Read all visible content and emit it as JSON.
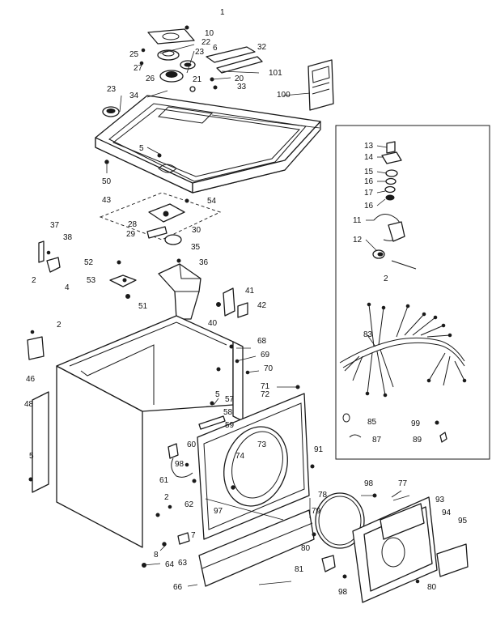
{
  "diagram": {
    "callouts": [
      {
        "id": "c1",
        "text": "1"
      },
      {
        "id": "c10",
        "text": "10"
      },
      {
        "id": "c22",
        "text": "22"
      },
      {
        "id": "c6",
        "text": "6"
      },
      {
        "id": "c32",
        "text": "32"
      },
      {
        "id": "c25",
        "text": "25"
      },
      {
        "id": "c23a",
        "text": "23"
      },
      {
        "id": "c27",
        "text": "27"
      },
      {
        "id": "c26",
        "text": "26"
      },
      {
        "id": "c21",
        "text": "21"
      },
      {
        "id": "c20",
        "text": "20"
      },
      {
        "id": "c33",
        "text": "33"
      },
      {
        "id": "c101",
        "text": "101"
      },
      {
        "id": "c23b",
        "text": "23"
      },
      {
        "id": "c34",
        "text": "34"
      },
      {
        "id": "c100",
        "text": "100"
      },
      {
        "id": "c5a",
        "text": "5"
      },
      {
        "id": "c50",
        "text": "50"
      },
      {
        "id": "c43",
        "text": "43"
      },
      {
        "id": "c54",
        "text": "54"
      },
      {
        "id": "c28",
        "text": "28"
      },
      {
        "id": "c29",
        "text": "29"
      },
      {
        "id": "c30",
        "text": "30"
      },
      {
        "id": "c35",
        "text": "35"
      },
      {
        "id": "c37",
        "text": "37"
      },
      {
        "id": "c38",
        "text": "38"
      },
      {
        "id": "c2a",
        "text": "2"
      },
      {
        "id": "c4",
        "text": "4"
      },
      {
        "id": "c52",
        "text": "52"
      },
      {
        "id": "c53",
        "text": "53"
      },
      {
        "id": "c36",
        "text": "36"
      },
      {
        "id": "c51",
        "text": "51"
      },
      {
        "id": "c41",
        "text": "41"
      },
      {
        "id": "c42",
        "text": "42"
      },
      {
        "id": "c40",
        "text": "40"
      },
      {
        "id": "c2b",
        "text": "2"
      },
      {
        "id": "c46",
        "text": "46"
      },
      {
        "id": "c68",
        "text": "68"
      },
      {
        "id": "c69",
        "text": "69"
      },
      {
        "id": "c70",
        "text": "70"
      },
      {
        "id": "c72",
        "text": "72"
      },
      {
        "id": "c71",
        "text": "71"
      },
      {
        "id": "c48",
        "text": "48"
      },
      {
        "id": "c5b",
        "text": "5"
      },
      {
        "id": "c57",
        "text": "57"
      },
      {
        "id": "c58",
        "text": "58"
      },
      {
        "id": "c59",
        "text": "59"
      },
      {
        "id": "c60",
        "text": "60"
      },
      {
        "id": "c73",
        "text": "73"
      },
      {
        "id": "c74",
        "text": "74"
      },
      {
        "id": "c91",
        "text": "91"
      },
      {
        "id": "c98a",
        "text": "98"
      },
      {
        "id": "c61",
        "text": "61"
      },
      {
        "id": "c5c",
        "text": "5"
      },
      {
        "id": "c2c",
        "text": "2"
      },
      {
        "id": "c62",
        "text": "62"
      },
      {
        "id": "c97",
        "text": "97"
      },
      {
        "id": "c78",
        "text": "78"
      },
      {
        "id": "c79",
        "text": "79"
      },
      {
        "id": "c98b",
        "text": "98"
      },
      {
        "id": "c77",
        "text": "77"
      },
      {
        "id": "c93",
        "text": "93"
      },
      {
        "id": "c94",
        "text": "94"
      },
      {
        "id": "c95",
        "text": "95"
      },
      {
        "id": "c7",
        "text": "7"
      },
      {
        "id": "c8",
        "text": "8"
      },
      {
        "id": "c63",
        "text": "63"
      },
      {
        "id": "c64",
        "text": "64"
      },
      {
        "id": "c66",
        "text": "66"
      },
      {
        "id": "c80a",
        "text": "80"
      },
      {
        "id": "c81",
        "text": "81"
      },
      {
        "id": "c98c",
        "text": "98"
      },
      {
        "id": "c80b",
        "text": "80"
      },
      {
        "id": "c13",
        "text": "13"
      },
      {
        "id": "c14",
        "text": "14"
      },
      {
        "id": "c15",
        "text": "15"
      },
      {
        "id": "c16a",
        "text": "16"
      },
      {
        "id": "c17",
        "text": "17"
      },
      {
        "id": "c16b",
        "text": "16"
      },
      {
        "id": "c11",
        "text": "11"
      },
      {
        "id": "c12",
        "text": "12"
      },
      {
        "id": "c2d",
        "text": "2"
      },
      {
        "id": "c83",
        "text": "83"
      },
      {
        "id": "c85",
        "text": "85"
      },
      {
        "id": "c87",
        "text": "87"
      },
      {
        "id": "c99",
        "text": "99"
      },
      {
        "id": "c89",
        "text": "89"
      }
    ]
  }
}
